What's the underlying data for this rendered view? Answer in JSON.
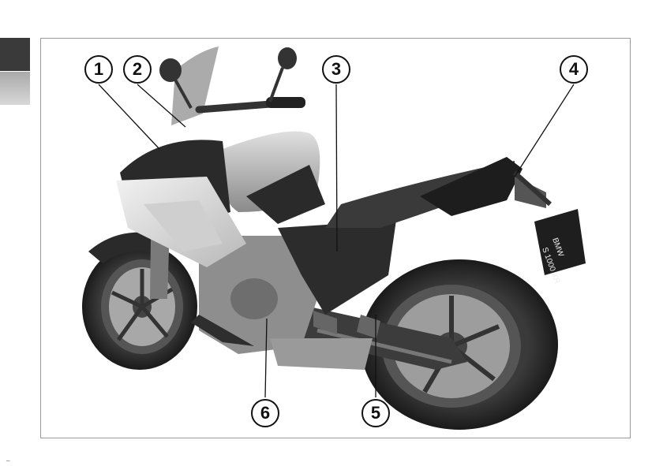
{
  "figure": {
    "callouts": [
      "1",
      "2",
      "3",
      "4",
      "5",
      "6"
    ],
    "plate_line1": "BMW",
    "plate_line2": "S 1000 XR"
  },
  "page": {
    "mark": "_"
  }
}
